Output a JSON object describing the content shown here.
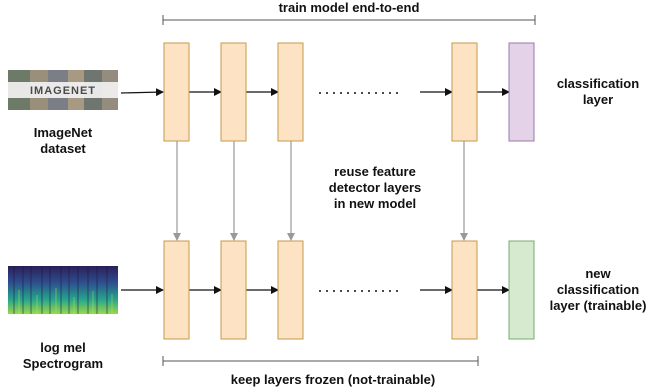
{
  "labels": {
    "top_bracket": "train model end-to-end",
    "bottom_bracket": "keep layers frozen (not-trainable)",
    "middle_line1": "reuse feature",
    "middle_line2": "detector layers",
    "middle_line3": "in new model",
    "source_top_line1": "ImageNet",
    "source_top_line2": "dataset",
    "source_bottom_line1": "log mel",
    "source_bottom_line2": "Spectrogram",
    "output_top_line1": "classification",
    "output_top_line2": "layer",
    "output_bottom_line1": "new",
    "output_bottom_line2": "classification",
    "output_bottom_line3": "layer (trainable)"
  },
  "imagenet_logo_text": "IMAGENET",
  "colors": {
    "layer_fill": "#fde3c4",
    "layer_stroke": "#c49a4a",
    "top_output_fill": "#e4d3e8",
    "top_output_stroke": "#9a78a8",
    "bottom_output_fill": "#d6ead0",
    "bottom_output_stroke": "#7aaa70",
    "arrow": "#111111",
    "vertical_arrow": "#999999",
    "bracket": "#555555"
  }
}
